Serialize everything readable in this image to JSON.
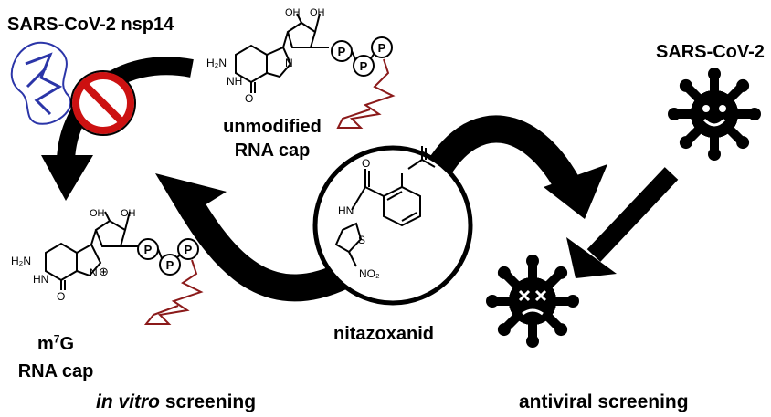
{
  "labels": {
    "nsp14": "SARS-CoV-2 nsp14",
    "unmodified_line1": "unmodified",
    "unmodified_line2": "RNA cap",
    "sarscov2": "SARS-CoV-2",
    "m7g_base": "m",
    "m7g_sup": "7",
    "m7g_rest": "G",
    "m7g_line2": "RNA cap",
    "drug": "nitazoxanid",
    "invitro_italic": "in vitro",
    "invitro_rest": " screening",
    "antiviral": "antiviral screening"
  },
  "chem": {
    "oh": "OH",
    "h2n": "H₂N",
    "n": "N",
    "nh": "NH",
    "hn": "HN",
    "o": "O",
    "s": "S",
    "no2": "NO₂",
    "p": "P",
    "plus": "⊕"
  },
  "icons": {
    "no_sign_color": "#cc1111",
    "protein_color": "#2b35a8",
    "rna_color": "#8b1a1a"
  }
}
